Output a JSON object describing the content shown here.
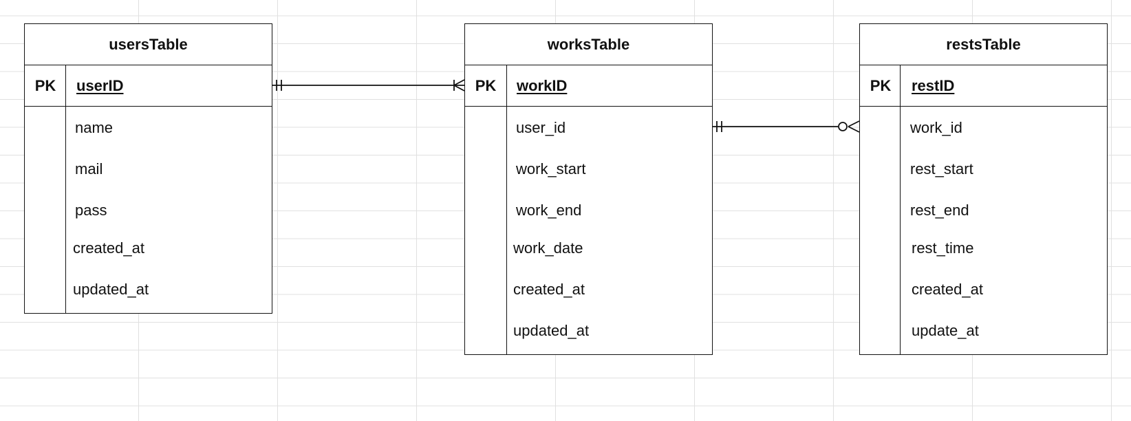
{
  "tables": {
    "users": {
      "title": "usersTable",
      "pk_label": "PK",
      "pk_field": "userID",
      "fields": [
        "name",
        "mail",
        "pass",
        "created_at",
        "updated_at"
      ]
    },
    "works": {
      "title": "worksTable",
      "pk_label": "PK",
      "pk_field": "workID",
      "fields": [
        "user_id",
        "work_start",
        "work_end",
        "work_date",
        "created_at",
        "updated_at"
      ]
    },
    "rests": {
      "title": "restsTable",
      "pk_label": "PK",
      "pk_field": "restID",
      "fields": [
        "work_id",
        "rest_start",
        "rest_end",
        "rest_time",
        "created_at",
        "update_at"
      ]
    }
  },
  "relationships": [
    {
      "from": "usersTable.userID",
      "to": "worksTable.workID",
      "from_cardinality": "one-and-only-one",
      "to_cardinality": "one-or-many"
    },
    {
      "from": "worksTable.user_id",
      "to": "restsTable.work_id",
      "from_cardinality": "one-and-only-one",
      "to_cardinality": "zero-or-many"
    }
  ],
  "colors": {
    "line": "#111111",
    "grid": "#e0e0e0",
    "background": "#ffffff"
  }
}
